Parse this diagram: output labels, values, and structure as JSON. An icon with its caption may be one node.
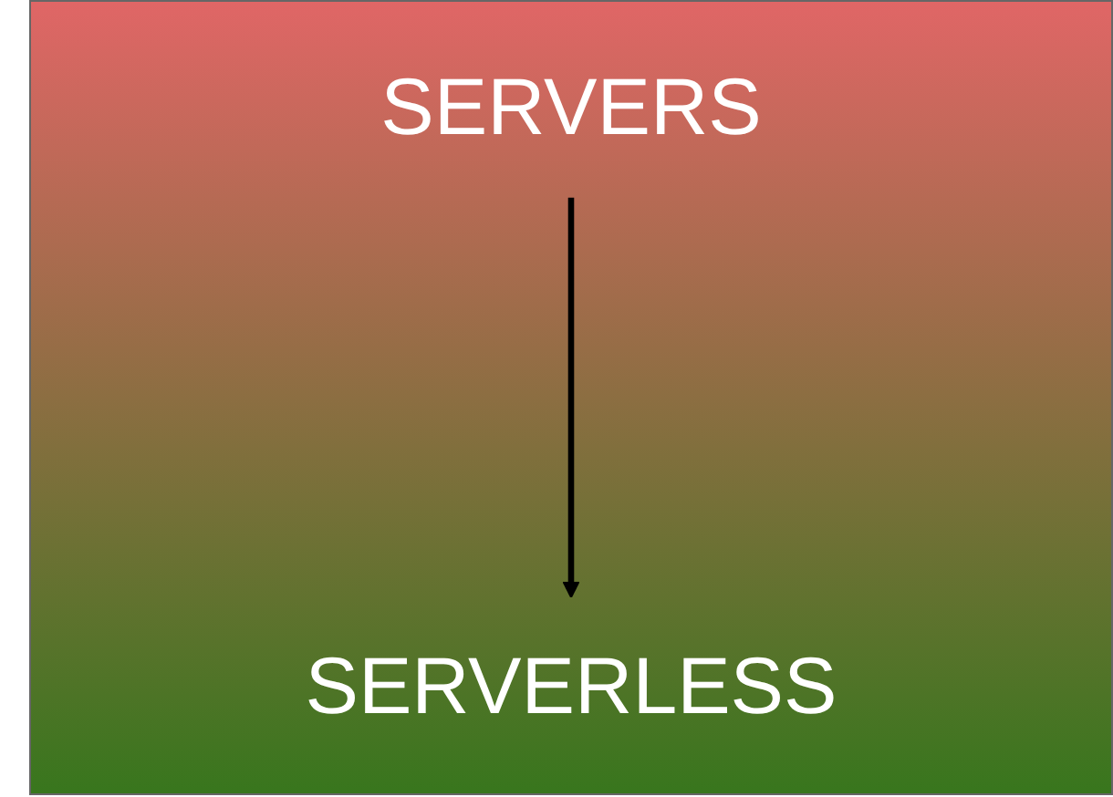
{
  "diagram": {
    "nodes": [
      {
        "text": [
          "SERVERS"
        ]
      },
      {
        "text": [
          "SERVERLESS"
        ]
      }
    ],
    "edges": [
      {
        "from": 0,
        "to": 1,
        "arrow": "to"
      }
    ]
  }
}
